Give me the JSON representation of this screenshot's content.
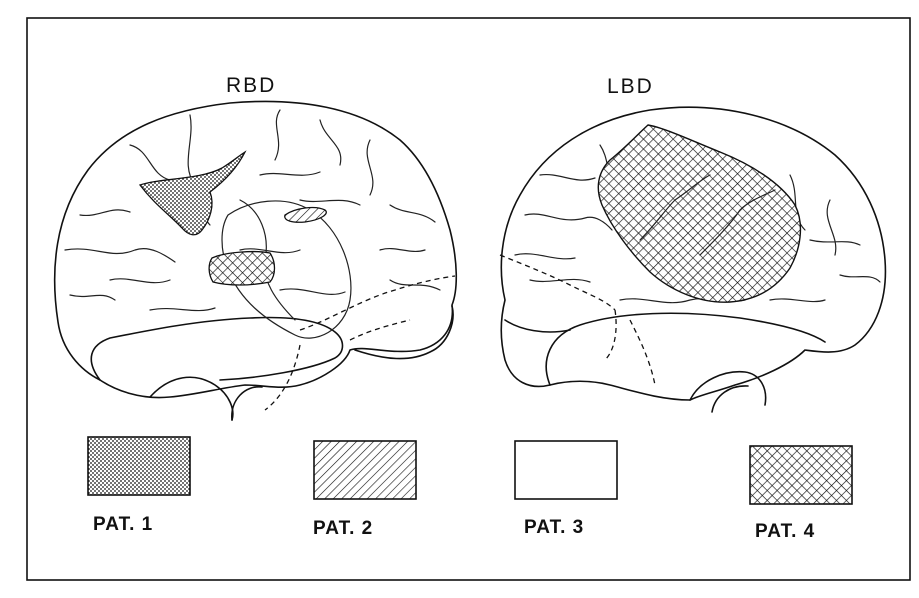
{
  "hemispheres": {
    "right": {
      "label": "RBD"
    },
    "left": {
      "label": "LBD"
    }
  },
  "legend": [
    {
      "label": "PAT. 1",
      "pattern": "dots"
    },
    {
      "label": "PAT. 2",
      "pattern": "diagonal-hatch"
    },
    {
      "label": "PAT. 3",
      "pattern": "outline-only"
    },
    {
      "label": "PAT. 4",
      "pattern": "cross-hatch"
    }
  ],
  "colors": {
    "ink": "#111111",
    "background": "#ffffff"
  }
}
